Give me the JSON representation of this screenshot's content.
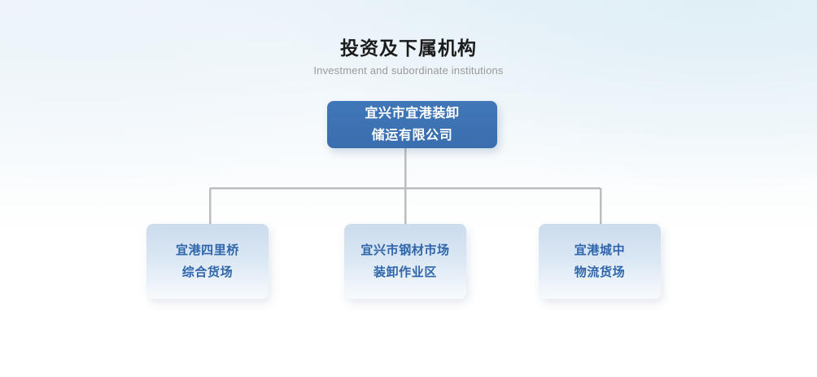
{
  "heading": {
    "title": "投资及下属机构",
    "subtitle": "Investment and subordinate institutions"
  },
  "chart": {
    "type": "org-chart",
    "root": {
      "label": "宜兴市宜港装卸\n储运有限公司",
      "color": "#3d72b4",
      "text_color": "#ffffff"
    },
    "children": [
      {
        "label": "宜港四里桥\n综合货场",
        "color": "#cfdeef",
        "text_color": "#2f66ab"
      },
      {
        "label": "宜兴市钢材市场\n装卸作业区",
        "color": "#cfdeef",
        "text_color": "#2f66ab"
      },
      {
        "label": "宜港城中\n物流货场",
        "color": "#cfdeef",
        "text_color": "#2f66ab"
      }
    ],
    "connector_color": "#bdbdbd"
  }
}
